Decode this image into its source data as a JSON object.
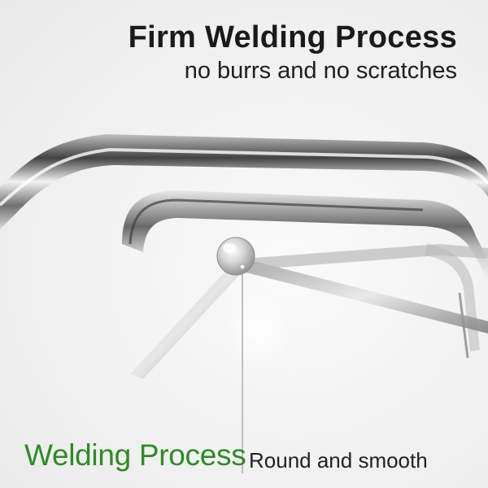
{
  "headline": {
    "title": "Firm Welding Process",
    "subtitle": "no burrs and no scratches"
  },
  "callout": {
    "label": "Welding Process",
    "description": "Round and smooth"
  },
  "colors": {
    "label_green": "#2f8a26",
    "text_dark": "#1a1a1a"
  }
}
